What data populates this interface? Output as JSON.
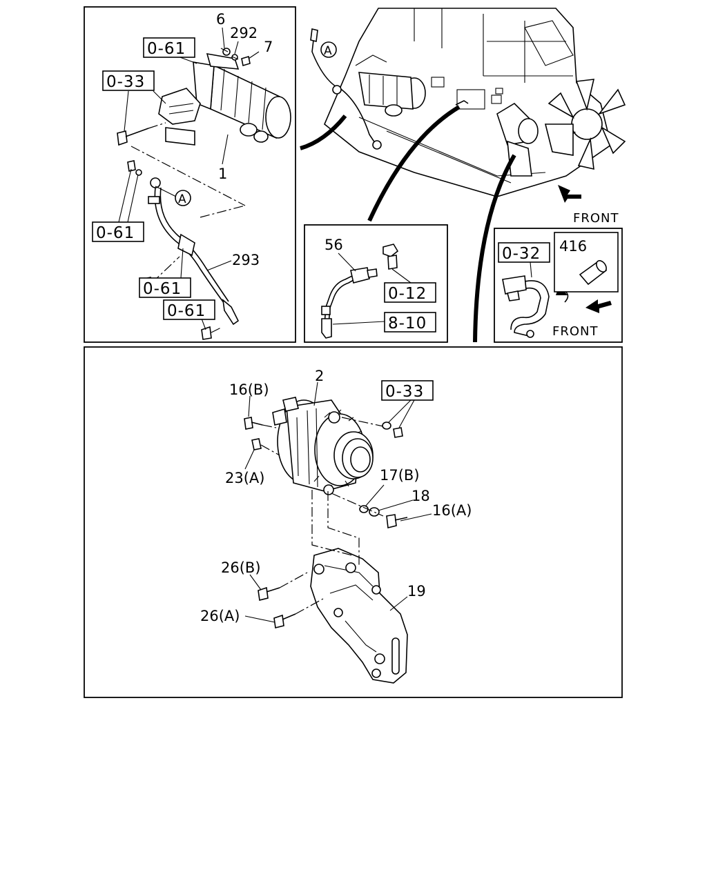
{
  "diagram": {
    "part_numbers": {
      "starter": "1",
      "alternator": "2",
      "washer_6": "6",
      "nut_7": "7",
      "washer_292": "292",
      "cable_293": "293",
      "sensor_56": "56",
      "bolt_16b": "16(B)",
      "bolt_16a": "16(A)",
      "washer_17b": "17(B)",
      "washer_18": "18",
      "nut_23a": "23(A)",
      "bracket_19": "19",
      "bolt_26b": "26(B)",
      "bolt_26a": "26(A)",
      "part_416": "416"
    },
    "references": {
      "ref_0_61_top": "0-61",
      "ref_0_33_top": "0-33",
      "ref_0_61_mid": "0-61",
      "ref_0_61_bolt": "0-61",
      "ref_0_61_bottom": "0-61",
      "ref_0_12": "0-12",
      "ref_8_10": "8-10",
      "ref_0_32": "0-32",
      "ref_0_33_alt": "0-33"
    },
    "callout_a": "A",
    "front_label_top": "FRONT",
    "front_label_inset": "FRONT"
  }
}
